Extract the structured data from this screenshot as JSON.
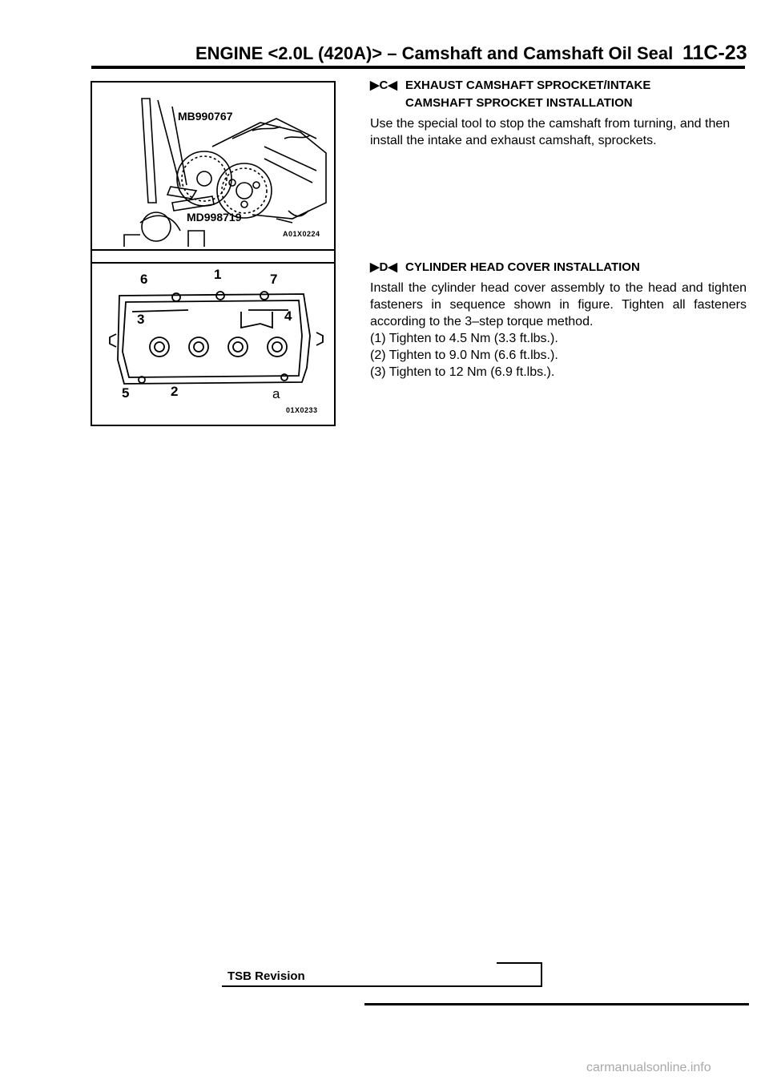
{
  "header": {
    "title": "ENGINE <2.0L (420A)> – Camshaft and Camshaft Oil Seal",
    "page_number": "11C-23"
  },
  "figure1": {
    "tool1": "MB990767",
    "tool2": "MD998719",
    "code": "A01X0224"
  },
  "figure2": {
    "numbers": [
      "6",
      "1",
      "7",
      "3",
      "4",
      "5",
      "2",
      "a"
    ],
    "code": "01X0233"
  },
  "section_c": {
    "marker": "C",
    "heading_line1": "EXHAUST CAMSHAFT SPROCKET/INTAKE",
    "heading_line2": "CAMSHAFT SPROCKET INSTALLATION",
    "body": "Use the special tool to stop the camshaft from turning, and then install the intake and exhaust camshaft, sprockets."
  },
  "section_d": {
    "marker": "D",
    "heading": "CYLINDER HEAD COVER INSTALLATION",
    "body": "Install the cylinder head cover assembly to the head and tighten fasteners in sequence shown in figure. Tighten all fasteners according to the 3–step torque method.",
    "steps": [
      "(1) Tighten to 4.5 Nm (3.3 ft.lbs.).",
      "(2) Tighten to 9.0 Nm (6.6 ft.lbs.).",
      "(3) Tighten to 12 Nm (6.9 ft.lbs.)."
    ]
  },
  "footer": {
    "revision_label": "TSB Revision"
  },
  "watermark": "carmanualsonline.info"
}
